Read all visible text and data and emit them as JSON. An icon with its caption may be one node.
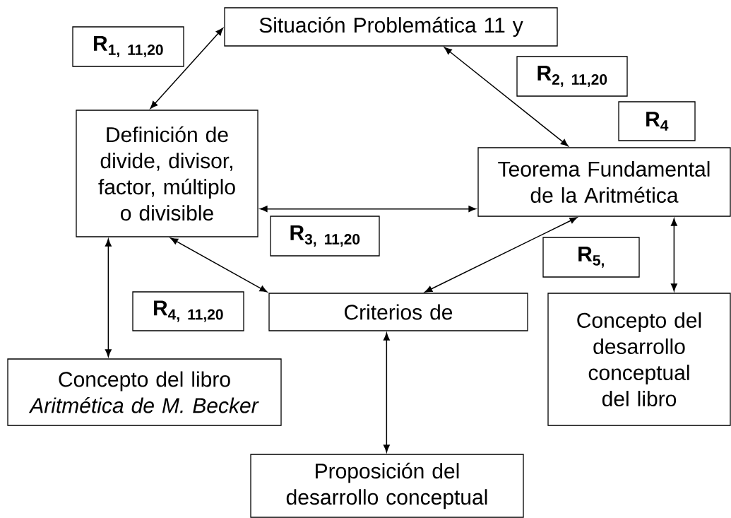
{
  "diagram": {
    "nodes": [
      {
        "text": [
          "Situación Problemática 11 y"
        ]
      },
      {
        "text": [
          "R$_{1, 11,20}$"
        ]
      },
      {
        "text": [
          "R$_{2, 11,20}$"
        ]
      },
      {
        "text": [
          "Definición de divide, divisor, factor, múltiplo o divisible"
        ]
      },
      {
        "text": [
          "R$_{4}$"
        ]
      },
      {
        "text": [
          "Teorema Fundamental de la Aritmética"
        ]
      },
      {
        "text": [
          "R$_{3, 11,20}$"
        ]
      },
      {
        "text": [
          "R$_{5,}$"
        ]
      },
      {
        "text": [
          "R$_{4, 11,20}$"
        ]
      },
      {
        "text": [
          "Criterios de"
        ]
      },
      {
        "text": [
          "Concepto del desarrollo conceptual del libro"
        ]
      },
      {
        "text": [
          "Concepto del libro *Aritmética de M. Becker*"
        ]
      },
      {
        "text": [
          "Proposición del desarrollo conceptual"
        ]
      }
    ],
    "edges": [
      {
        "from": 0,
        "to": 3,
        "arrow": "both"
      },
      {
        "from": 0,
        "to": 5,
        "arrow": "both"
      },
      {
        "from": 3,
        "to": 5,
        "arrow": "both"
      },
      {
        "from": 3,
        "to": 9,
        "arrow": "both"
      },
      {
        "from": 3,
        "to": 11,
        "arrow": "both"
      },
      {
        "from": 5,
        "to": 9,
        "arrow": "both"
      },
      {
        "from": 5,
        "to": 10,
        "arrow": "both"
      },
      {
        "from": 9,
        "to": 12,
        "arrow": "both"
      }
    ]
  }
}
